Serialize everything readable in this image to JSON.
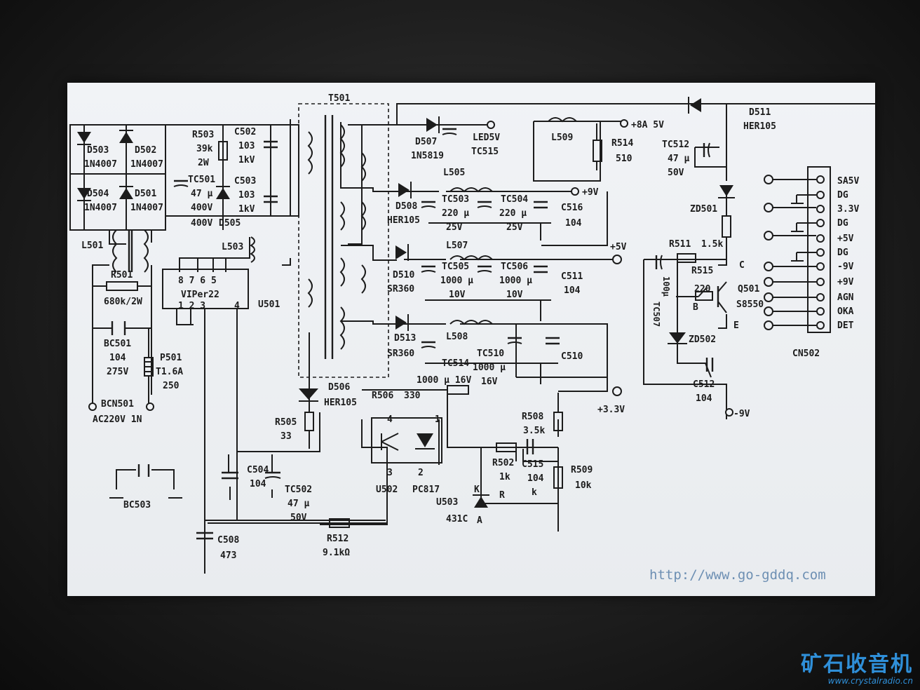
{
  "watermark": {
    "logo_text": "矿石收音机",
    "url": "www.crystalradio.cn"
  },
  "source_url": "http://www.go-gddq.com",
  "labels": {
    "t501": "T501",
    "d503": "D503",
    "d503_val": "1N4007",
    "d502": "D502",
    "d502_val": "1N4007",
    "d504": "D504",
    "d504_val": "1N4007",
    "d501": "D501",
    "d501_val": "1N4007",
    "r503": "R503",
    "r503_val1": "39k",
    "r503_val2": "2W",
    "c502": "C502",
    "c502_val1": "103",
    "c502_val2": "1kV",
    "tc501": "TC501",
    "tc501_val1": "47 μ",
    "tc501_val2": "400V",
    "c503": "C503",
    "c503_val1": "103",
    "c503_val2": "1kV",
    "v400": "400V",
    "d505": "D505",
    "l501": "L501",
    "l503": "L503",
    "r501": "R501",
    "r501_val": "680k/2W",
    "u501_pins_top": "8  7  6  5",
    "u501_name": "VIPer22",
    "u501_pins_bottom": "1  2  3",
    "u501_pin4": "4",
    "u501": "U501",
    "bc501": "BC501",
    "bc501_val1": "104",
    "bc501_val2": "275V",
    "p501": "P501",
    "p501_val1": "T1.6A",
    "p501_val2": "250",
    "bcn501": "BCN501",
    "bcn501_val": "AC220V 1N",
    "bc503": "BC503",
    "d507": "D507",
    "d507_val": "1N5819",
    "led5v": "LED5V",
    "tc515": "TC515",
    "l505": "L505",
    "l509": "L509",
    "out_8a5v": "+8A 5V",
    "r514": "R514",
    "r514_val": "510",
    "d511": "D511",
    "d511_val": "HER105",
    "tc512": "TC512",
    "tc512_val1": "47 μ",
    "tc512_val2": "50V",
    "zd501": "ZD501",
    "d508": "D508",
    "d508_val": "HER105",
    "tc503": "TC503",
    "tc503_val1": "220 μ",
    "tc503_val2": "25V",
    "tc504": "TC504",
    "tc504_val1": "220 μ",
    "tc504_val2": "25V",
    "out_9v": "+9V",
    "c516": "C516",
    "c516_val": "104",
    "l507": "L507",
    "out_5v": "+5V",
    "d510": "D510",
    "d510_val": "SR360",
    "tc505": "TC505",
    "tc505_val1": "1000 μ",
    "tc505_val2": "10V",
    "tc506": "TC506",
    "tc506_val1": "1000 μ",
    "tc506_val2": "10V",
    "c511": "C511",
    "c511_val": "104",
    "d513": "D513",
    "d513_val": "SR360",
    "l508": "L508",
    "tc514": "TC514",
    "tc514_val": "1000 μ 16V",
    "tc510": "TC510",
    "tc510_val1": "1000 μ",
    "tc510_val2": "16V",
    "c510": "C510",
    "out_3v3": "+3.3V",
    "r511": "R511",
    "r511_val": "1.5k",
    "r515": "R515",
    "r515_val": "220",
    "tc507": "TC507",
    "tc507_val": "100μ",
    "c_pin": "C",
    "b_pin": "B",
    "e_pin": "E",
    "q501": "Q501",
    "q501_val": "S8550",
    "zd502": "ZD502",
    "c512": "C512",
    "c512_val": "104",
    "out_neg9v": "-9V",
    "cn502": "CN502",
    "cn_sa5v": "SA5V",
    "cn_dg1": "DG",
    "cn_3v3": "3.3V",
    "cn_dg2": "DG",
    "cn_5v": "+5V",
    "cn_dg3": "DG",
    "cn_neg9v": "-9V",
    "cn_9v": "+9V",
    "cn_agn": "AGN",
    "cn_oka": "OKA",
    "cn_det": "DET",
    "d506": "D506",
    "d506_val": "HER105",
    "r505": "R505",
    "r505_val": "33",
    "r506": "R506",
    "r506_val": "330",
    "u502_p4": "4",
    "u502_p1": "1",
    "u502_p3": "3",
    "u502_p2": "2",
    "u502": "U502",
    "u502_val": "PC817",
    "r508": "R508",
    "r508_val": "3.5k",
    "r502": "R502",
    "r502_val": "1k",
    "c515": "C515",
    "c515_val1": "104",
    "c515_val2": "k",
    "r509": "R509",
    "r509_val": "10k",
    "u503": "U503",
    "u503_val": "431C",
    "u503_k": "K",
    "u503_r": "R",
    "u503_a": "A",
    "c504": "C504",
    "c504_val": "104",
    "tc502": "TC502",
    "tc502_val1": "47 μ",
    "tc502_val2": "50V",
    "c508": "C508",
    "c508_val": "473",
    "r512": "R512",
    "r512_val": "9.1kΩ"
  }
}
